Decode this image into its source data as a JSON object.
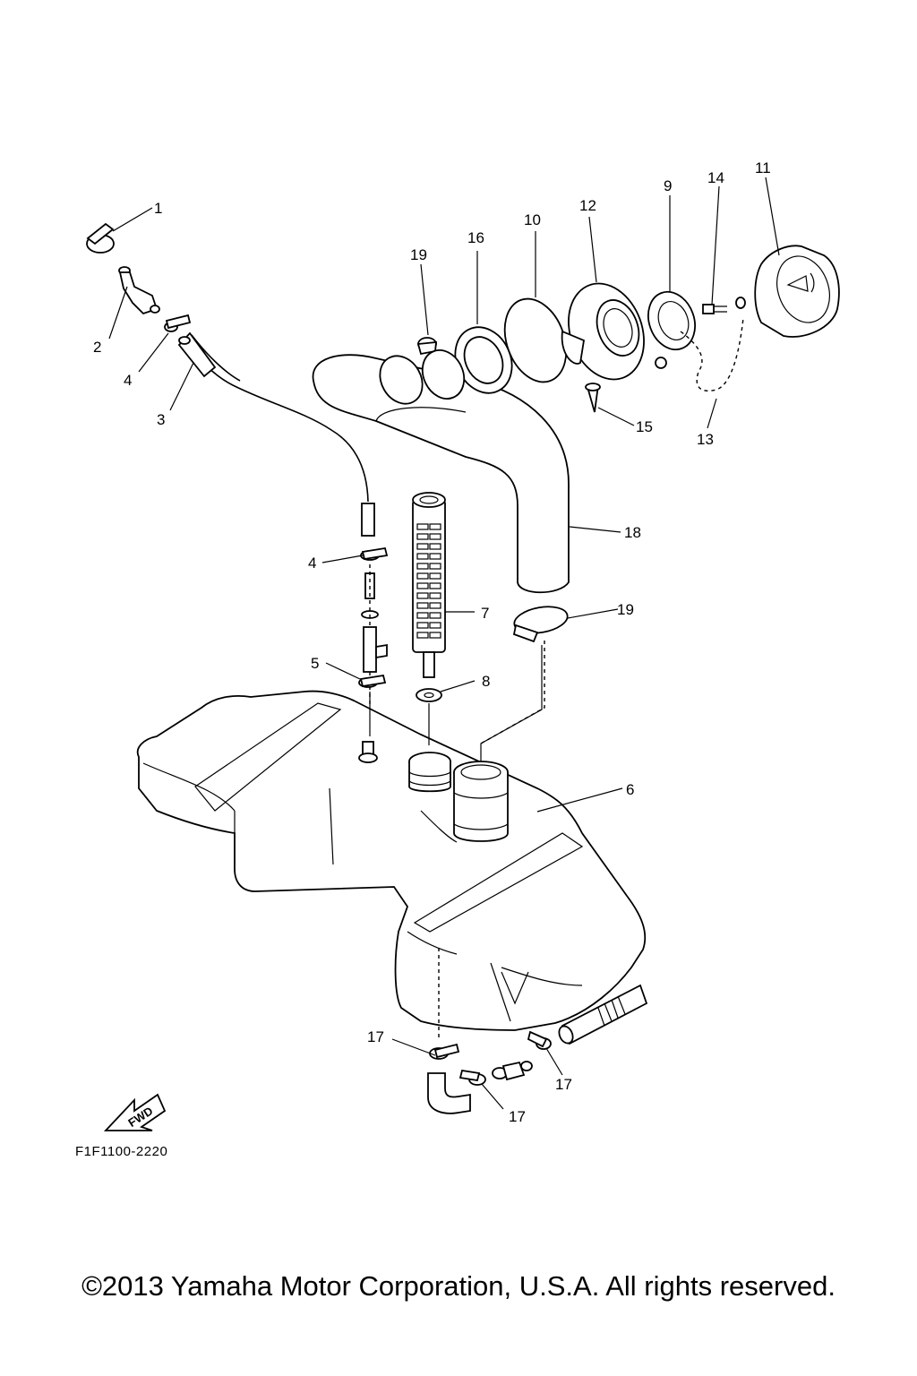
{
  "callouts": {
    "p1": "1",
    "p2": "2",
    "p3": "3",
    "p4a": "4",
    "p4b": "4",
    "p5": "5",
    "p6": "6",
    "p7": "7",
    "p8": "8",
    "p9": "9",
    "p10": "10",
    "p11": "11",
    "p12": "12",
    "p13": "13",
    "p14": "14",
    "p15": "15",
    "p16": "16",
    "p17a": "17",
    "p17b": "17",
    "p17c": "17",
    "p18": "18",
    "p19a": "19",
    "p19b": "19"
  },
  "fwd_arrow_label": "FWD",
  "diagram_code": "F1F1100-2220",
  "copyright": "©2013 Yamaha Motor Corporation, U.S.A. All rights reserved."
}
